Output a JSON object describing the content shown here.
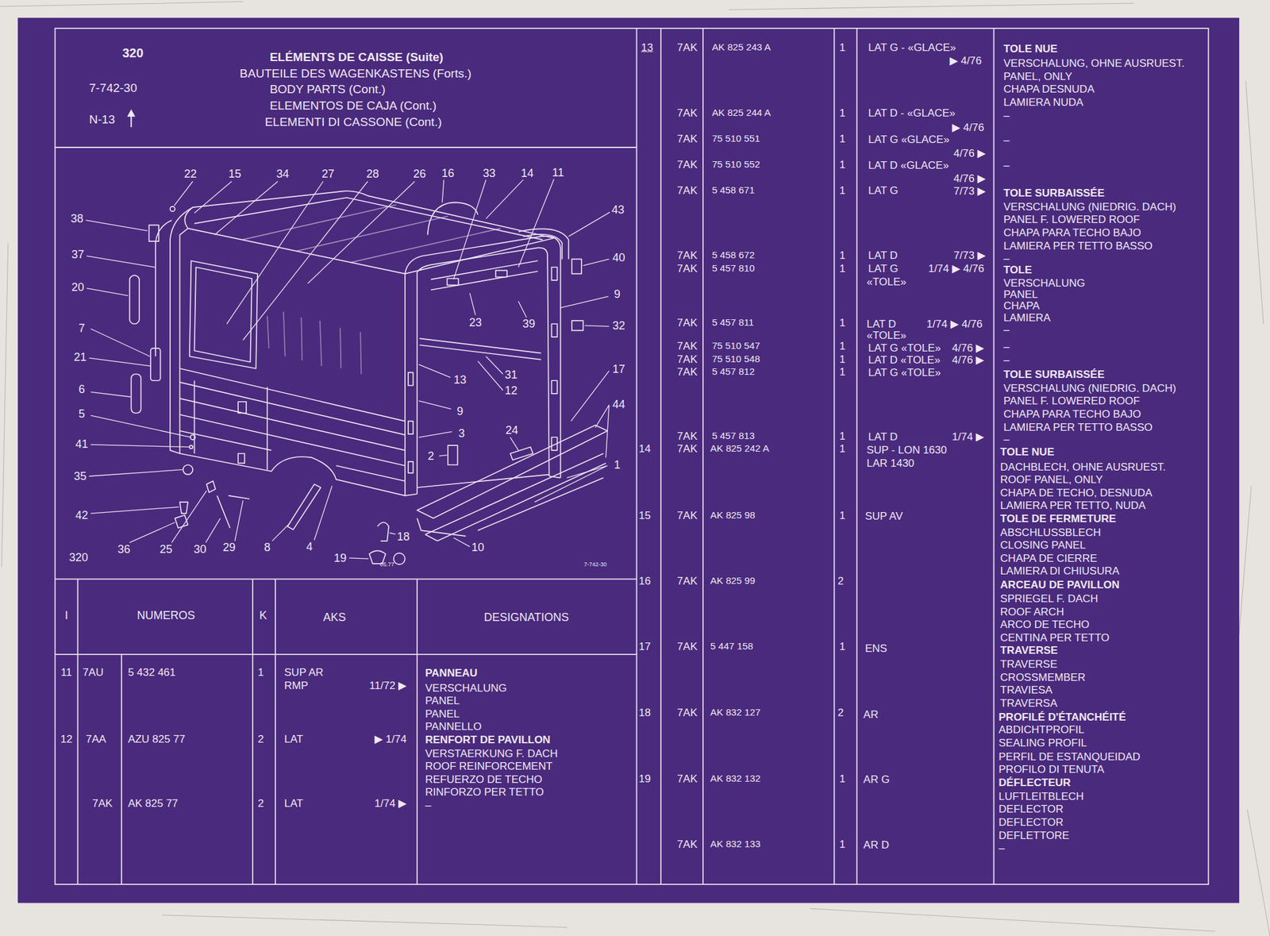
{
  "diagram": {
    "title": "ELÉMENTS DE CAISSE (Suite)",
    "labels": [
      "320",
      "BAUTEILE DES WAGENKASTENS (Forts.)",
      "BODY PARTS (Cont.)",
      "ELEMENTOS DE CAJA (Cont.)",
      "ELEMENTI DI CASSONE (Cont.)",
      "7-742-30",
      "N-13",
      "22",
      "15",
      "34",
      "27",
      "28",
      "26",
      "16",
      "33",
      "14",
      "11",
      "43",
      "38",
      "37",
      "40",
      "20",
      "9",
      "32",
      "23",
      "39",
      "7",
      "21",
      "13",
      "31",
      "12",
      "17",
      "6",
      "9",
      "44",
      "5",
      "3",
      "24",
      "41",
      "2",
      "1",
      "35",
      "42",
      "18",
      "10",
      "36",
      "25",
      "30",
      "29",
      "8",
      "4",
      "19",
      "320",
      "05.77",
      "7-742-30",
      "I",
      "NUMEROS",
      "K",
      "AKS",
      "DESIGNATIONS",
      "11",
      "7AU",
      "5 432 461",
      "1",
      "SUP AR",
      "RMP",
      "11/72 ▶",
      "PANNEAU",
      "VERSCHALUNG",
      "PANEL",
      "PANEL",
      "PANNELLO",
      "12",
      "7AA",
      "AZU 825 77",
      "2",
      "LAT",
      "▶ 1/74",
      "RENFORT DE PAVILLON",
      "VERSTAERKUNG F. DACH",
      "ROOF REINFORCEMENT",
      "REFUERZO DE TECHO",
      "RINFORZO PER TETTO",
      "7AK",
      "AK 825 77",
      "2",
      "LAT",
      "1/74 ▶",
      "–",
      "13",
      "7AK",
      "AK 825 243 A",
      "1",
      "LAT G - «GLACE»",
      "▶ 4/76",
      "TOLE NUE",
      "VERSCHALUNG, OHNE AUSRUEST.",
      "PANEL, ONLY",
      "CHAPA DESNUDA",
      "LAMIERA NUDA",
      "–",
      "7AK",
      "AK 825 244 A",
      "1",
      "LAT D - «GLACE»",
      "▶ 4/76",
      "7AK",
      "75 510 551",
      "1",
      "LAT G «GLACE»",
      "4/76 ▶",
      "–",
      "7AK",
      "75 510 552",
      "1",
      "LAT D «GLACE»",
      "4/76 ▶",
      "–",
      "7AK",
      "5 458 671",
      "1",
      "LAT G",
      "7/73 ▶",
      "TOLE SURBAISSÉE",
      "VERSCHALUNG (NIEDRIG. DACH)",
      "PANEL F. LOWERED ROOF",
      "CHAPA PARA TECHO BAJO",
      "LAMIERA PER TETTO BASSO",
      "–",
      "7AK",
      "5 458 672",
      "1",
      "LAT D",
      "7/73 ▶",
      "7AK",
      "5 457 810",
      "1",
      "LAT G",
      "1/74 ▶ 4/76",
      "«TOLE»",
      "TOLE",
      "VERSCHALUNG",
      "PANEL",
      "CHAPA",
      "LAMIERA",
      "–",
      "7AK",
      "5 457 811",
      "1",
      "LAT D",
      "1/74 ▶ 4/76",
      "«TOLE»",
      "7AK",
      "75 510 547",
      "1",
      "LAT G «TOLE»",
      "4/76 ▶",
      "–",
      "7AK",
      "75 510 548",
      "1",
      "LAT D «TOLE»",
      "4/76 ▶",
      "–",
      "7AK",
      "5 457 812",
      "1",
      "LAT G «TOLE»",
      "TOLE SURBAISSÉE",
      "VERSCHALUNG (NIEDRIG. DACH)",
      "PANEL F. LOWERED ROOF",
      "CHAPA PARA TECHO BAJO",
      "LAMIERA PER TETTO BASSO",
      "–",
      "7AK",
      "5 457 813",
      "1",
      "LAT D",
      "1/74 ▶",
      "14",
      "7AK",
      "AK 825 242 A",
      "1",
      "SUP - LON 1630",
      "LAR 1430",
      "TOLE NUE",
      "DACHBLECH, OHNE AUSRUEST.",
      "ROOF PANEL, ONLY",
      "CHAPA DE TECHO, DESNUDA",
      "LAMIERA PER TETTO, NUDA",
      "15",
      "7AK",
      "AK 825 98",
      "1",
      "SUP AV",
      "TOLE DE FERMETURE",
      "ABSCHLUSSBLECH",
      "CLOSING PANEL",
      "CHAPA DE CIERRE",
      "LAMIERA DI CHIUSURA",
      "16",
      "7AK",
      "AK 825 99",
      "2",
      "ARCEAU DE PAVILLON",
      "SPRIEGEL F. DACH",
      "ROOF ARCH",
      "ARCO DE TECHO",
      "CENTINA PER TETTO",
      "17",
      "7AK",
      "5 447 158",
      "1",
      "ENS",
      "TRAVERSE",
      "TRAVERSE",
      "CROSSMEMBER",
      "TRAVIESA",
      "TRAVERSA",
      "18",
      "7AK",
      "AK 832 127",
      "2",
      "AR",
      "PROFILÉ D'ÉTANCHÉITÉ",
      "ABDICHTPROFIL",
      "SEALING PROFIL",
      "PERFIL DE ESTANQUEIDAD",
      "PROFILO DI TENUTA",
      "19",
      "7AK",
      "AK 832 132",
      "1",
      "AR G",
      "DÉFLECTEUR",
      "LUFTLEITBLECH",
      "DEFLECTOR",
      "DEFLECTOR",
      "DEFLETTORE",
      "–",
      "7AK",
      "AK 832 133",
      "1",
      "AR D"
    ]
  }
}
